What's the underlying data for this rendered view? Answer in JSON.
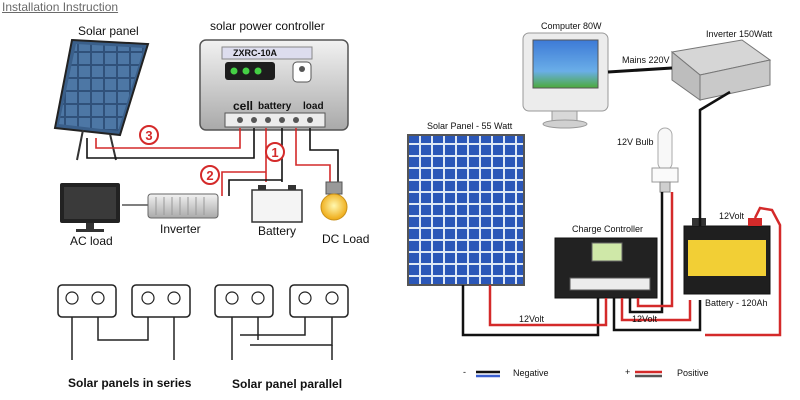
{
  "page": {
    "title": "Installation Instruction"
  },
  "left_diagram": {
    "solar_panel": "Solar panel",
    "controller_title": "solar power controller",
    "controller_model": "ZXRC-10A",
    "terminal_labels": {
      "cell": "cell",
      "battery": "battery",
      "load": "load"
    },
    "components": {
      "ac_load": "AC load",
      "inverter": "Inverter",
      "battery": "Battery",
      "dc_load": "DC Load"
    },
    "steps": [
      "1",
      "2",
      "3"
    ],
    "series_caption": "Solar panels in series",
    "parallel_caption": "Solar panel parallel"
  },
  "right_diagram": {
    "computer": "Computer 80W",
    "inverter": "Inverter 150Watt",
    "mains": "Mains 220V",
    "solar_panel": "Solar Panel  - 55 Watt",
    "bulb": "12V Bulb",
    "charge_controller": "Charge Controller",
    "battery_voltage": "12Volt",
    "battery": "Battery - 120Ah",
    "wire_12v": [
      "12Volt",
      "12Volt"
    ],
    "legend": {
      "negative_sign": "-",
      "negative": "Negative",
      "positive_sign": "+",
      "positive": "Positive"
    }
  },
  "colors": {
    "positive_wire": "#d42a2a",
    "negative_wire": "#111111",
    "step_marker": "#d42a2a"
  }
}
